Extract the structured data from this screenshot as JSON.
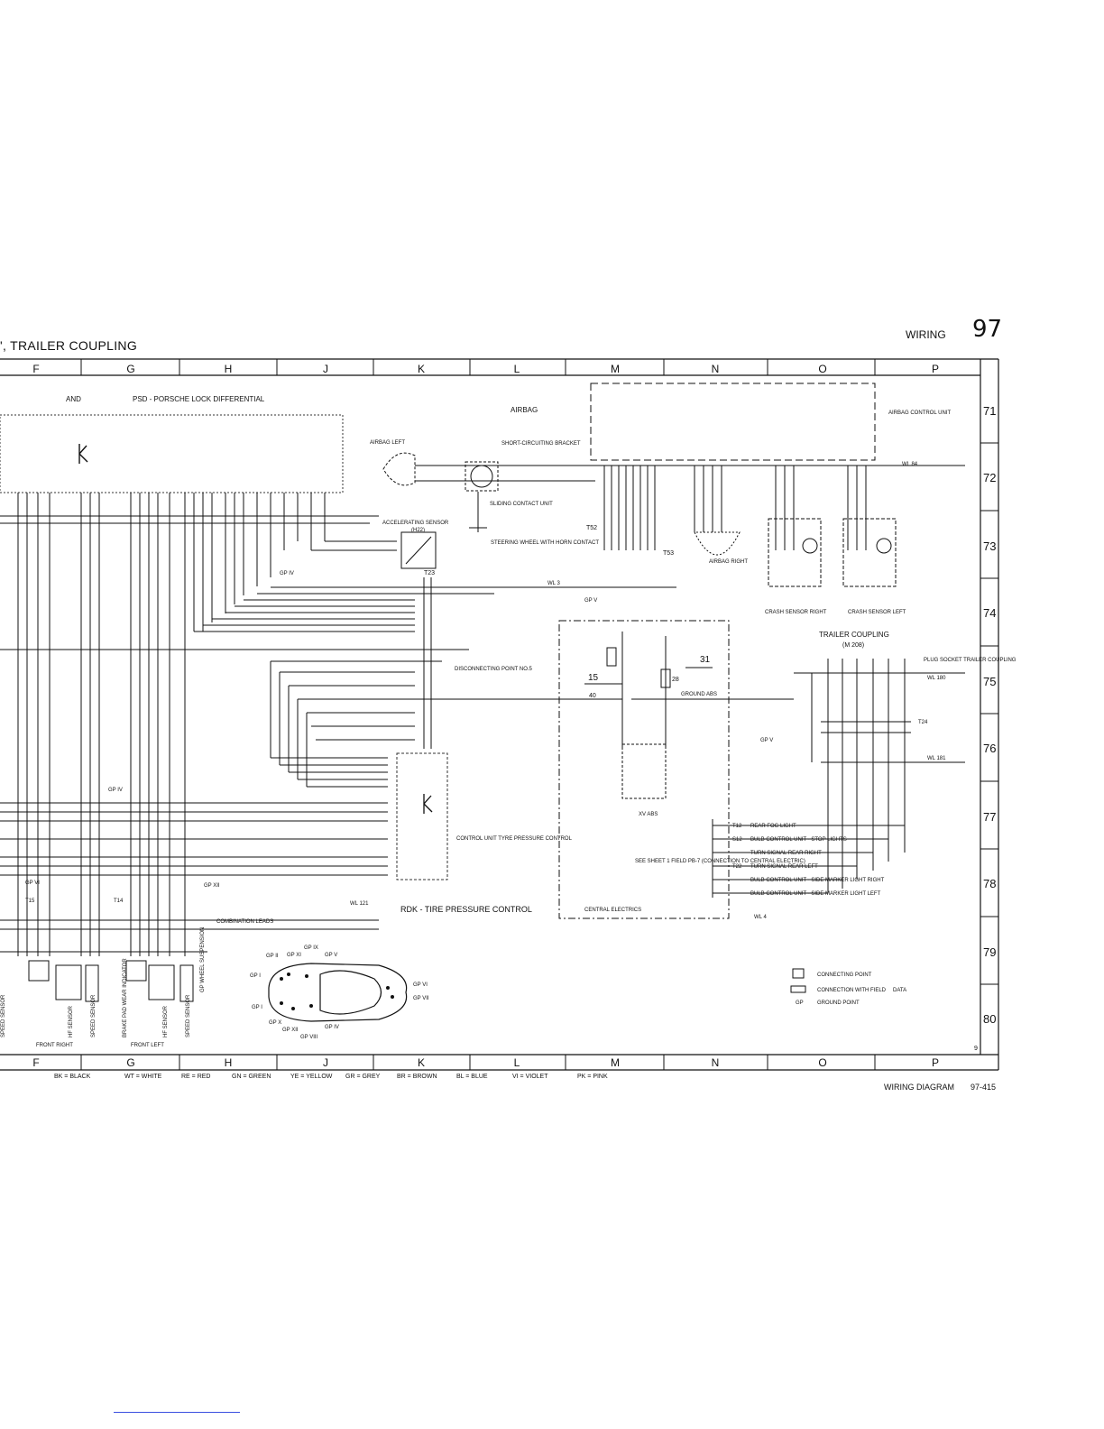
{
  "header": {
    "title": "', TRAILER COUPLING",
    "section": "WIRING",
    "page_number": "97"
  },
  "columns": [
    "F",
    "G",
    "H",
    "J",
    "K",
    "L",
    "M",
    "N",
    "O",
    "P"
  ],
  "rows": [
    "71",
    "72",
    "73",
    "74",
    "75",
    "76",
    "77",
    "78",
    "79",
    "80"
  ],
  "diagram": {
    "psd_and": "AND",
    "psd_title": "PSD - PORSCHE LOCK DIFFERENTIAL",
    "airbag_title": "AIRBAG",
    "airbag_left": "AIRBAG LEFT",
    "short_circuit_bracket": "SHORT-CIRCUITING BRACKET",
    "sliding_contact": "SLIDING CONTACT UNIT",
    "steering_wheel": "STEERING WHEEL WITH HORN CONTACT",
    "accel_sensor": "ACCELERATING SENSOR",
    "accel_sensor_id": "(H22)",
    "airbag_control_unit": "AIRBAG CONTROL UNIT",
    "airbag_right": "AIRBAG RIGHT",
    "crash_sensor_right": "CRASH SENSOR RIGHT",
    "crash_sensor_left": "CRASH SENSOR LEFT",
    "trailer_coupling": "TRAILER COUPLING",
    "trailer_coupling_id": "(M 208)",
    "plug_socket": "PLUG SOCKET TRAILER COUPLING",
    "disconnecting_point": "DISCONNECTING POINT NO.5",
    "control_unit_tpc": "CONTROL UNIT TYRE PRESSURE CONTROL",
    "rdk": "RDK - TIRE PRESSURE CONTROL",
    "central_electrics": "CENTRAL ELECTRICS",
    "ground_abs": "GROUND ABS",
    "xv_abs": "XV ABS",
    "combination_leads": "COMBINATION LEADS",
    "front_right": "FRONT RIGHT",
    "front_left": "FRONT LEFT",
    "see_sheet": "SEE SHEET 1 FIELD PB-7 (CONNECTION TO CENTRAL ELECTRIC)",
    "t12": "T12",
    "s12": "S12",
    "t15": "T15",
    "t14": "T14",
    "t22": "T22",
    "t23": "T23",
    "t24": "T24",
    "t52": "T52",
    "t53": "T53",
    "wl3": "WL 3",
    "wl4": "WL 4",
    "wl121": "WL 121",
    "wl180": "WL 180",
    "wl181": "WL 181",
    "wl84": "WL 84",
    "n15": "15",
    "n31": "31",
    "n28": "28",
    "n40": "40",
    "gp4": "GP IV",
    "gp5": "GP V",
    "gp6": "GP VI",
    "gp12": "GP XII",
    "speed_sensor": "SPEED SENSOR",
    "hf_sensor": "HF SENSOR",
    "brake_pad": "BRAKE PAD WEAR INDICATOR",
    "gp_wheel": "GP WHEEL SUSPENSION",
    "lamp_rear_fog": "REAR FOG LIGHT",
    "lamp_stop": "BULB CONTROL UNIT - STOP LIGHTS",
    "lamp_turn_right": "TURN SIGNAL REAR RIGHT",
    "lamp_turn_left": "TURN SIGNAL REAR LEFT",
    "lamp_marker_right": "BULB CONTROL UNIT - SIDE MARKER LIGHT RIGHT",
    "lamp_marker_left": "BULB CONTROL UNIT - SIDE MARKER LIGHT LEFT"
  },
  "car_ground_points": [
    "GP IX",
    "GP II",
    "GP XI",
    "GP V",
    "GP I",
    "GP I",
    "GP X",
    "GP XII",
    "GP IV",
    "GP VIII",
    "GP VI",
    "GP VII"
  ],
  "key": {
    "connecting_point": "CONNECTING POINT",
    "connection_with_field": "CONNECTION WITH FIELD",
    "data": "DATA",
    "gp_abbr": "GP",
    "ground_point": "GROUND POINT"
  },
  "colour_legend": [
    "BK = BLACK",
    "WT = WHITE",
    "RE = RED",
    "GN = GREEN",
    "YE = YELLOW",
    "GR = GREY",
    "BR = BROWN",
    "BL = BLUE",
    "VI = VIOLET",
    "PK = PINK"
  ],
  "footer": {
    "label": "WIRING DIAGRAM",
    "code": "97-415",
    "corner_digit": "9"
  }
}
